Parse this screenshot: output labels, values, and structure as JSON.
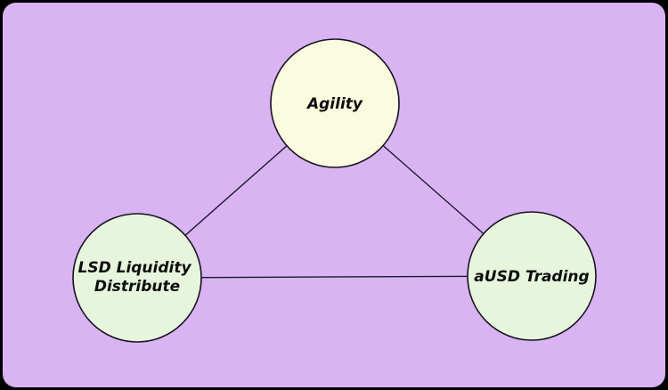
{
  "diagram": {
    "kind": "graph",
    "description": "Triangle relationship diagram with three circular nodes connected by straight edges",
    "nodes": {
      "agility": {
        "label": "Agility",
        "shape": "circle",
        "fill": "#FBFBDF"
      },
      "lsd": {
        "label": "LSD Liquidity Distribute",
        "label_lines": [
          "LSD Liquidity",
          "Distribute"
        ],
        "shape": "circle",
        "fill": "#E6F5DC"
      },
      "ausd": {
        "label": "aUSD Trading",
        "shape": "circle",
        "fill": "#E6F5DC"
      }
    },
    "edges": [
      {
        "from": "agility",
        "to": "lsd"
      },
      {
        "from": "agility",
        "to": "ausd"
      },
      {
        "from": "lsd",
        "to": "ausd"
      }
    ],
    "colors": {
      "frame": "#000000",
      "background": "#D9B3F2",
      "edge": "#1a1a2e",
      "node_border": "#14141f",
      "label": "#0d0d0d"
    }
  }
}
